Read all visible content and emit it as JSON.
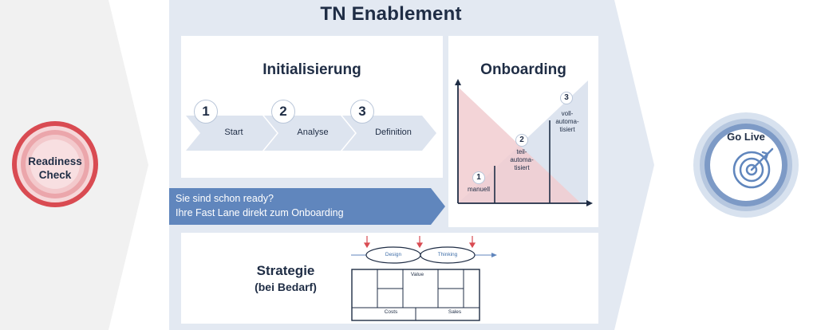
{
  "title": "TN Enablement",
  "readiness": {
    "line1": "Readiness",
    "line2": "Check"
  },
  "golive": {
    "label": "Go Live",
    "icon": "target-icon"
  },
  "initialisierung": {
    "title": "Initialisierung",
    "steps": [
      {
        "num": "1",
        "label": "Start"
      },
      {
        "num": "2",
        "label": "Analyse"
      },
      {
        "num": "3",
        "label": "Definition"
      }
    ]
  },
  "onboarding": {
    "title": "Onboarding",
    "levels": [
      {
        "num": "1",
        "line1": "manuell",
        "line2": "",
        "line3": ""
      },
      {
        "num": "2",
        "line1": "teil-",
        "line2": "automa-",
        "line3": "tisiert"
      },
      {
        "num": "3",
        "line1": "voll-",
        "line2": "automa-",
        "line3": "tisiert"
      }
    ]
  },
  "fast_lane": {
    "line1": "Sie sind schon ready?",
    "line2": "Ihre Fast Lane direkt zum Onboarding"
  },
  "strategie": {
    "title": "Strategie",
    "subtitle": "(bei Bedarf)",
    "design": "Design",
    "thinking": "Thinking",
    "value": "Value",
    "costs": "Costs",
    "sales": "Sales"
  },
  "colors": {
    "band": "#e3e9f2",
    "grey": "#f1f1f1",
    "dark_text": "#1f2d45",
    "fast_lane": "#6086bd",
    "red": "#d94b52",
    "pink": "#f1cdd0",
    "blue_accent": "#3f6ea8"
  }
}
